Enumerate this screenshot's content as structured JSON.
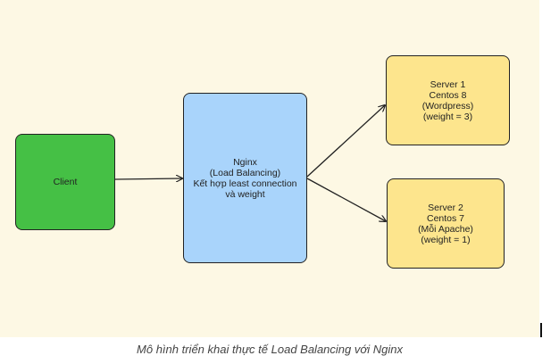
{
  "nodes": {
    "client": {
      "lines": [
        "Client"
      ]
    },
    "nginx": {
      "lines": [
        "Nginx",
        "(Load Balancing)",
        "Kết hợp least connection",
        "và weight"
      ]
    },
    "server1": {
      "lines": [
        "Server 1",
        "Centos 8",
        "(Wordpress)",
        "(weight = 3)"
      ]
    },
    "server2": {
      "lines": [
        "Server 2",
        "Centos 7",
        "(Mỗi Apache)",
        "(weight = 1)"
      ]
    }
  },
  "edges": [
    {
      "from": "client",
      "to": "nginx"
    },
    {
      "from": "nginx",
      "to": "server1"
    },
    {
      "from": "nginx",
      "to": "server2"
    }
  ],
  "caption": "Mô hình triển khai thực tế Load Balancing với Nginx",
  "colors": {
    "background": "#fdf8e4",
    "client": "#45c045",
    "nginx": "#a9d4fb",
    "server": "#fde58d",
    "edge": "#222222"
  }
}
